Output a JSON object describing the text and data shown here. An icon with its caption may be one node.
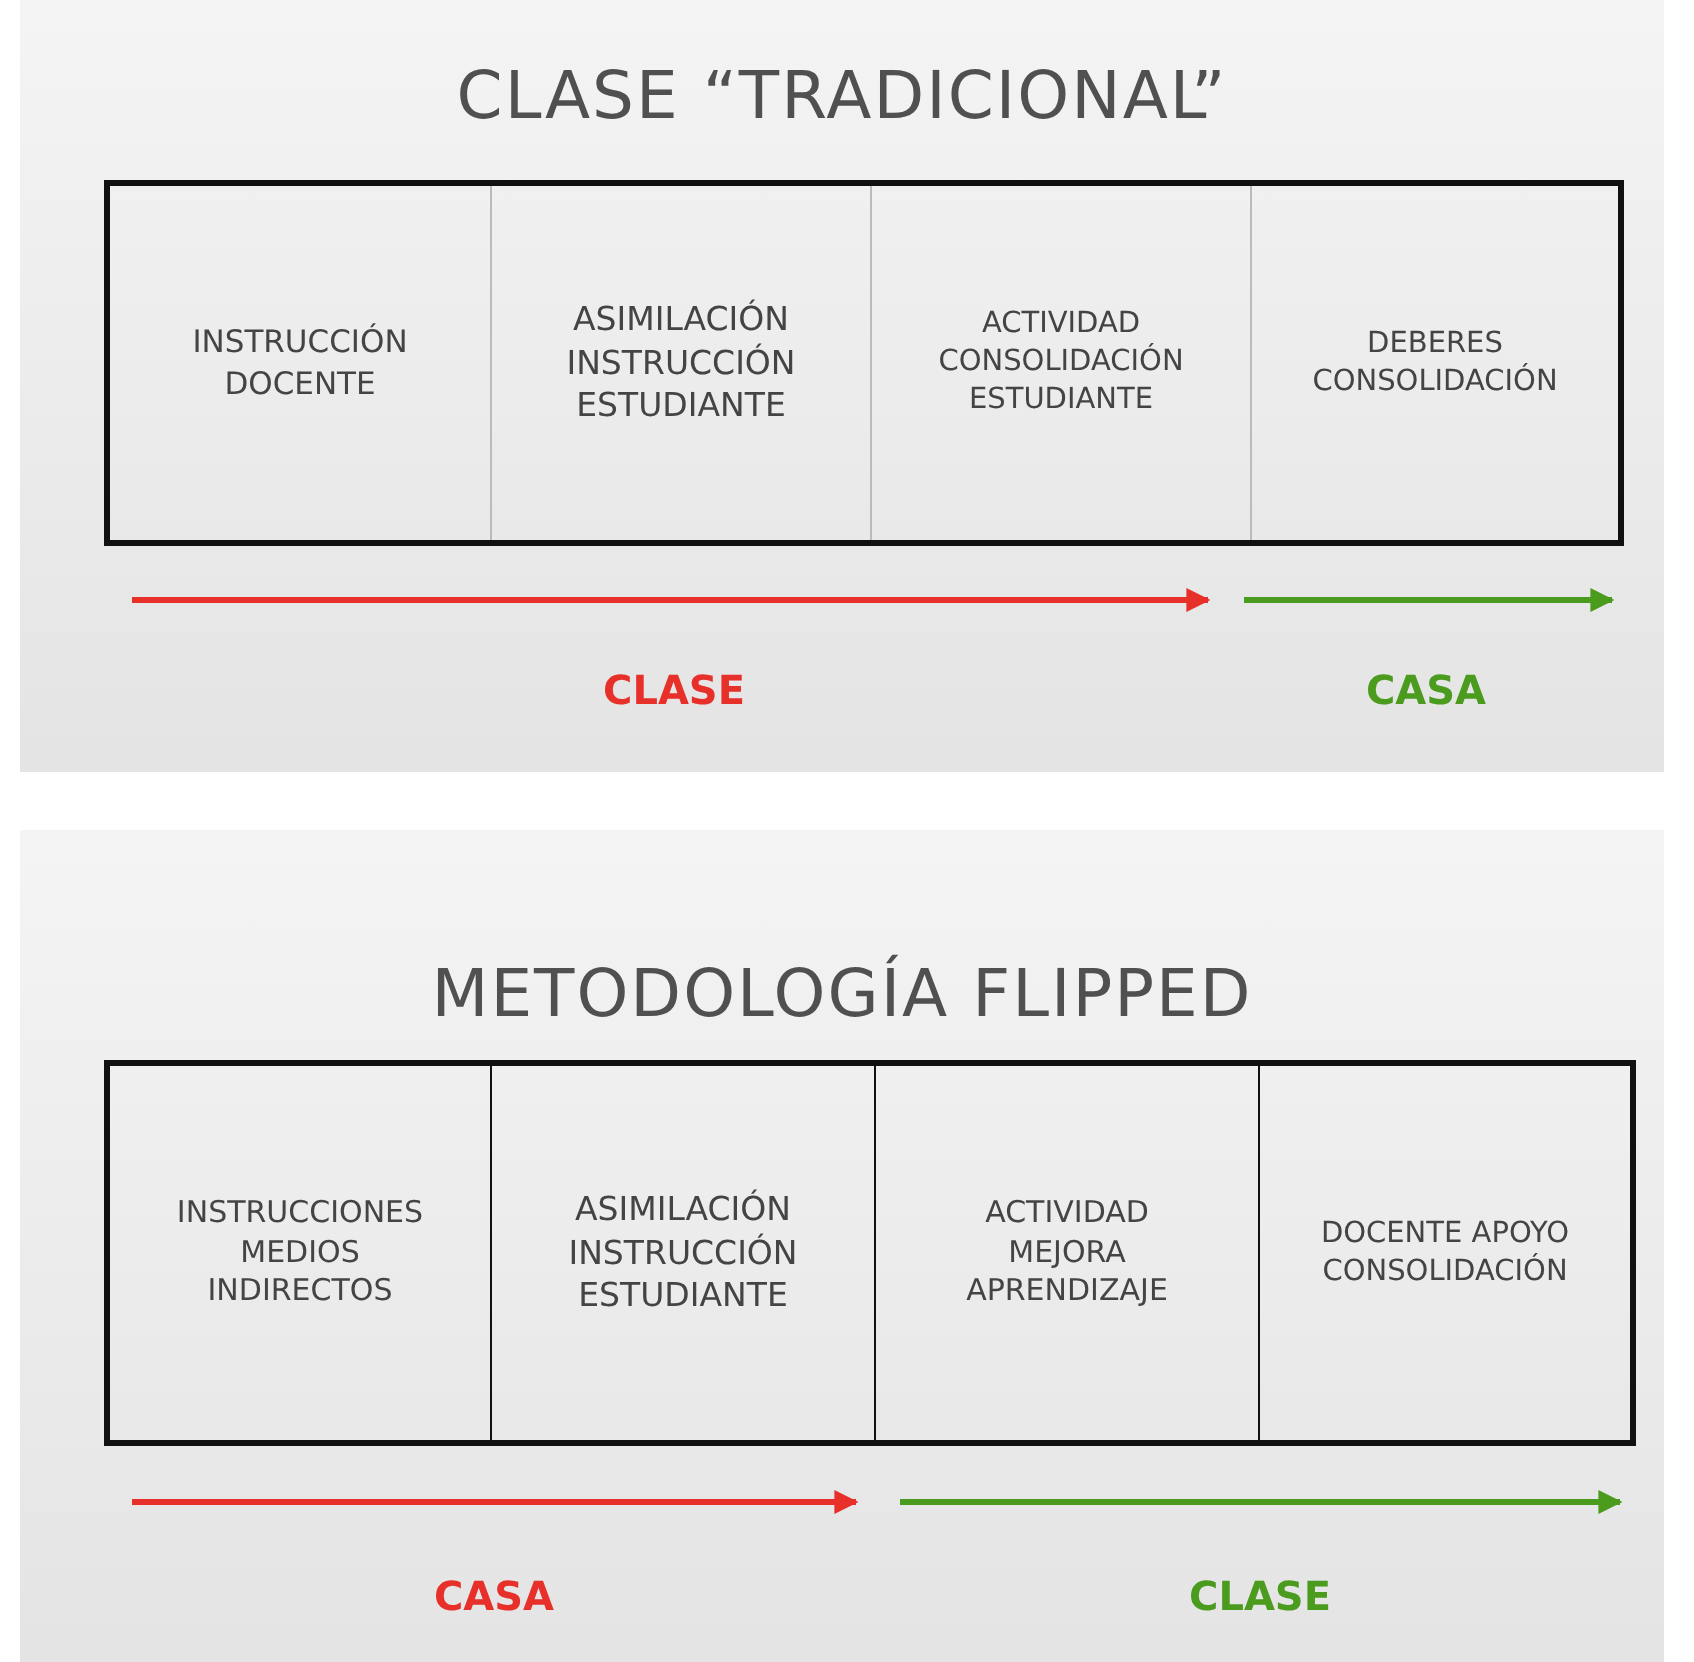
{
  "diagram": {
    "nodes": [
      {
        "text": [
          "CLASE “TRADICIONAL”"
        ]
      },
      {
        "text": [],
        "shape": "box",
        "in": 0
      },
      {
        "text": [
          "INSTRUCCIÓN DOCENTE"
        ],
        "in": 1
      },
      {
        "text": [
          "ASIMILACIÓN INSTRUCCIÓN ESTUDIANTE"
        ],
        "in": 1
      },
      {
        "text": [
          "ACTIVIDAD CONSOLIDACIÓN ESTUDIANTE"
        ],
        "in": 1
      },
      {
        "text": [
          "DEBERES CONSOLIDACIÓN"
        ],
        "in": 1
      },
      {
        "text": [
          "METODOLOGÍA FLIPPED"
        ]
      },
      {
        "text": [],
        "shape": "box",
        "in": 6
      },
      {
        "text": [
          "INSTRUCCIONES MEDIOS INDIRECTOS"
        ],
        "in": 7
      },
      {
        "text": [
          "ASIMILACIÓN INSTRUCCIÓN ESTUDIANTE"
        ],
        "in": 7
      },
      {
        "text": [
          "ACTIVIDAD MEJORA APRENDIZAJE"
        ],
        "in": 7
      },
      {
        "text": [
          "DOCENTE APOYO CONSOLIDACIÓN"
        ],
        "in": 7
      }
    ],
    "edges": [],
    "labels": [
      "CLASE",
      "CASA",
      "CASA",
      "CLASE"
    ]
  }
}
